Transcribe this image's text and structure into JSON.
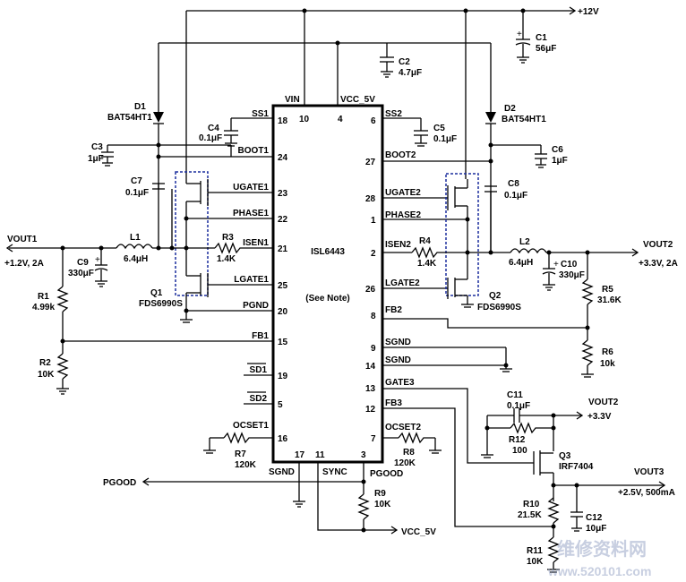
{
  "ic": {
    "name": "ISL6443",
    "note": "(See Note)",
    "pins_left": [
      {
        "label": "SS1",
        "num": "18"
      },
      {
        "label": "BOOT1",
        "num": "24"
      },
      {
        "label": "UGATE1",
        "num": "23"
      },
      {
        "label": "PHASE1",
        "num": "22"
      },
      {
        "label": "ISEN1",
        "num": "21"
      },
      {
        "label": "LGATE1",
        "num": "25"
      },
      {
        "label": "PGND",
        "num": "20"
      },
      {
        "label": "FB1",
        "num": "15"
      },
      {
        "label": "SD1",
        "num": "19"
      },
      {
        "label": "SD2",
        "num": "5"
      },
      {
        "label": "OCSET1",
        "num": "16"
      }
    ],
    "pins_right": [
      {
        "label": "SS2",
        "num": "6"
      },
      {
        "label": "BOOT2",
        "num": "27"
      },
      {
        "label": "UGATE2",
        "num": "28"
      },
      {
        "label": "PHASE2",
        "num": "1"
      },
      {
        "label": "ISEN2",
        "num": "2"
      },
      {
        "label": "LGATE2",
        "num": "26"
      },
      {
        "label": "FB2",
        "num": "8"
      },
      {
        "label": "SGND",
        "num": "9"
      },
      {
        "label": "SGND",
        "num": "14"
      },
      {
        "label": "GATE3",
        "num": "13"
      },
      {
        "label": "FB3",
        "num": "12"
      },
      {
        "label": "OCSET2",
        "num": "7"
      }
    ],
    "pins_top": [
      {
        "label": "VIN",
        "num": "10"
      },
      {
        "label": "VCC_5V",
        "num": "4"
      }
    ],
    "pins_bottom": [
      {
        "label": "SGND",
        "num": "17"
      },
      {
        "label": "SYNC",
        "num": "11"
      },
      {
        "label": "PGOOD",
        "num": "3"
      }
    ]
  },
  "rails": {
    "v12": "+12V",
    "vout1": "VOUT1",
    "vout1_spec": "+1.2V, 2A",
    "vout2": "VOUT2",
    "vout2_spec": "+3.3V, 2A",
    "vout2_in": "VOUT2",
    "vout2_in_spec": "+3.3V",
    "vout3": "VOUT3",
    "vout3_spec": "+2.5V, 500mA",
    "pgood": "PGOOD",
    "vcc5v": "VCC_5V"
  },
  "parts": {
    "c1": {
      "ref": "C1",
      "val": "56μF"
    },
    "c2": {
      "ref": "C2",
      "val": "4.7μF"
    },
    "c3": {
      "ref": "C3",
      "val": "1μF"
    },
    "c4": {
      "ref": "C4",
      "val": "0.1μF"
    },
    "c5": {
      "ref": "C5",
      "val": "0.1μF"
    },
    "c6": {
      "ref": "C6",
      "val": "1μF"
    },
    "c7": {
      "ref": "C7",
      "val": "0.1μF"
    },
    "c8": {
      "ref": "C8",
      "val": "0.1μF"
    },
    "c9": {
      "ref": "C9",
      "val": "330μF"
    },
    "c10": {
      "ref": "C10",
      "val": "330μF"
    },
    "c11": {
      "ref": "C11",
      "val": "0.1μF"
    },
    "c12": {
      "ref": "C12",
      "val": "10μF"
    },
    "d1": {
      "ref": "D1",
      "val": "BAT54HT1"
    },
    "d2": {
      "ref": "D2",
      "val": "BAT54HT1"
    },
    "l1": {
      "ref": "L1",
      "val": "6.4μH"
    },
    "l2": {
      "ref": "L2",
      "val": "6.4μH"
    },
    "q1": {
      "ref": "Q1",
      "val": "FDS6990S"
    },
    "q2": {
      "ref": "Q2",
      "val": "FDS6990S"
    },
    "q3": {
      "ref": "Q3",
      "val": "IRF7404"
    },
    "r1": {
      "ref": "R1",
      "val": "4.99k"
    },
    "r2": {
      "ref": "R2",
      "val": "10K"
    },
    "r3": {
      "ref": "R3",
      "val": "1.4K"
    },
    "r4": {
      "ref": "R4",
      "val": "1.4K"
    },
    "r5": {
      "ref": "R5",
      "val": "31.6K"
    },
    "r6": {
      "ref": "R6",
      "val": "10k"
    },
    "r7": {
      "ref": "R7",
      "val": "120K"
    },
    "r8": {
      "ref": "R8",
      "val": "120K"
    },
    "r9": {
      "ref": "R9",
      "val": "10K"
    },
    "r10": {
      "ref": "R10",
      "val": "21.5K"
    },
    "r11": {
      "ref": "R11",
      "val": "10K"
    },
    "r12": {
      "ref": "R12",
      "val": "100"
    }
  },
  "watermark": {
    "text": "维修资料网",
    "url": "www.520101.com"
  }
}
